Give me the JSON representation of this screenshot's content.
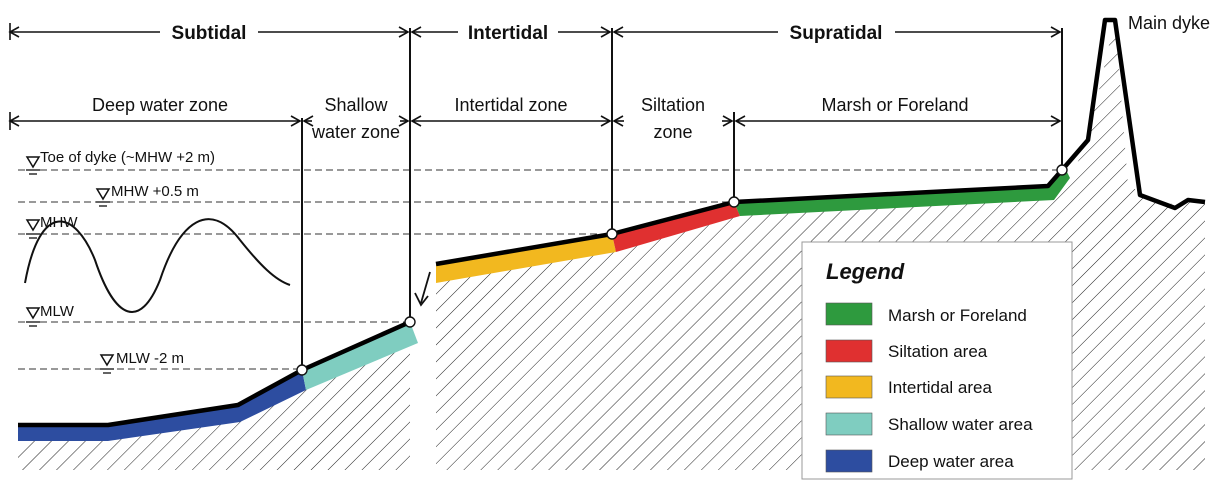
{
  "zones": {
    "subtidal": "Subtidal",
    "intertidal": "Intertidal",
    "supratidal": "Supratidal",
    "main_dyke": "Main dyke"
  },
  "subzones": {
    "deep_water": "Deep water zone",
    "shallow_water_line1": "Shallow",
    "shallow_water_line2": "water zone",
    "intertidal_zone": "Intertidal zone",
    "siltation_line1": "Siltation",
    "siltation_line2": "zone",
    "marsh": "Marsh or Foreland"
  },
  "levels": {
    "toe": "Toe of dyke (~MHW +2 m)",
    "mhw_plus": "MHW +0.5 m",
    "mhw": "MHW",
    "mlw": "MLW",
    "mlw_minus": "MLW -2 m"
  },
  "legend": {
    "title": "Legend",
    "items": [
      {
        "label": "Marsh or Foreland",
        "color": "#2e9a3e"
      },
      {
        "label": "Siltation area",
        "color": "#e03030"
      },
      {
        "label": "Intertidal area",
        "color": "#f2b81f"
      },
      {
        "label": "Shallow water area",
        "color": "#7fcdc0"
      },
      {
        "label": "Deep water area",
        "color": "#2d4da0"
      }
    ]
  },
  "colors": {
    "marsh": "#2e9a3e",
    "siltation": "#e03030",
    "intertidal": "#f2b81f",
    "shallow": "#7fcdc0",
    "deep": "#2d4da0"
  }
}
